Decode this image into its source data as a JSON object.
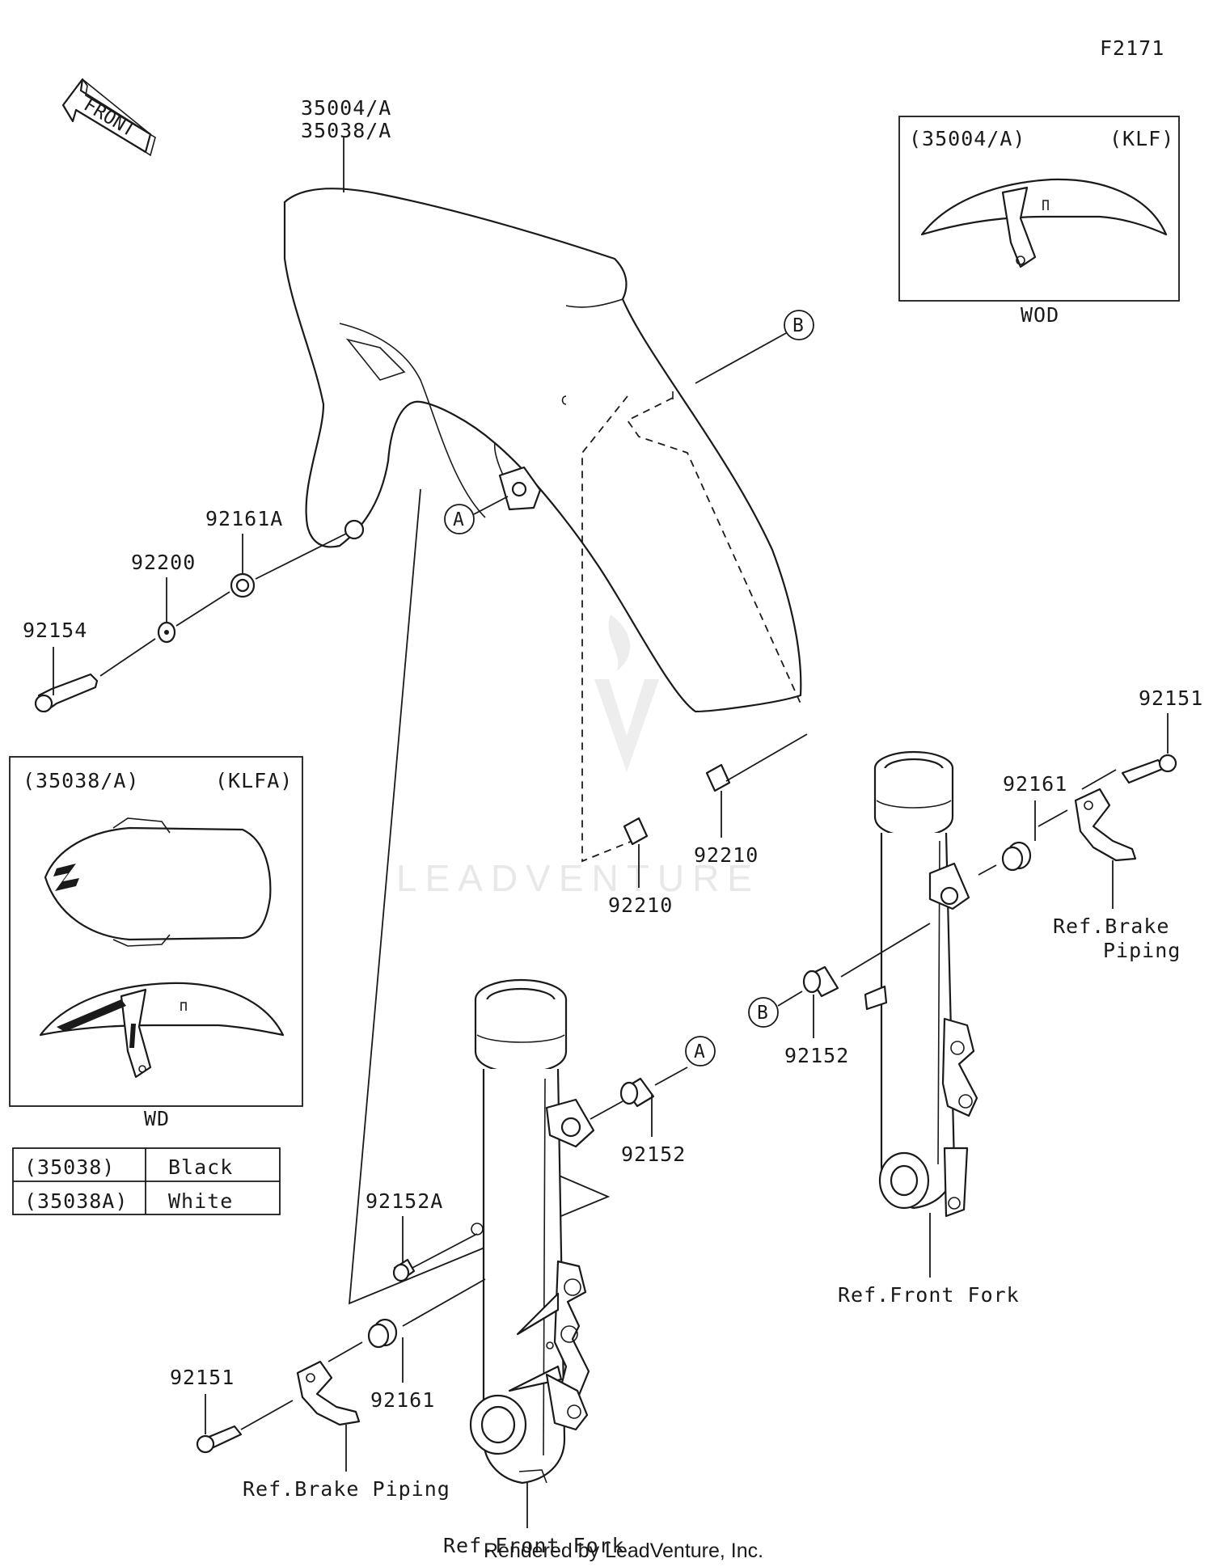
{
  "figure_code": "F2171",
  "front_arrow": {
    "label": "FRONT",
    "icon": "front-direction-arrow-icon"
  },
  "watermark": {
    "text": "LEADVENTURE"
  },
  "footer": "Rendered by LeadVenture, Inc.",
  "callouts": {
    "fender_top": "35004/A",
    "fender_bottom": "35038/A",
    "collar_a": "92161A",
    "washer": "92200",
    "bolt_left": "92154",
    "clip_left": "92210",
    "clip_right": "92210",
    "bolt_right": "92151",
    "collar_right": "92161",
    "bolt_b": "92152",
    "bolt_a": "92152",
    "bolt_92152a": "92152A",
    "collar_left": "92161",
    "bolt_left_low": "92151",
    "ref_brake_right_1": "Ref.Brake",
    "ref_brake_right_2": "Piping",
    "ref_fork_right": "Ref.Front Fork",
    "ref_brake_left": "Ref.Brake Piping",
    "ref_fork_left": "Ref.Front Fork"
  },
  "markers": {
    "a": "A",
    "b": "B"
  },
  "inset_klf": {
    "code": "(35004/A)",
    "variant": "(KLF)",
    "caption": "WOD"
  },
  "inset_klfa": {
    "code": "(35038/A)",
    "variant": "(KLFA)",
    "caption": "WD"
  },
  "color_table": {
    "rows": [
      {
        "code": "(35038)",
        "color": "Black"
      },
      {
        "code": "(35038A)",
        "color": "White"
      }
    ]
  }
}
